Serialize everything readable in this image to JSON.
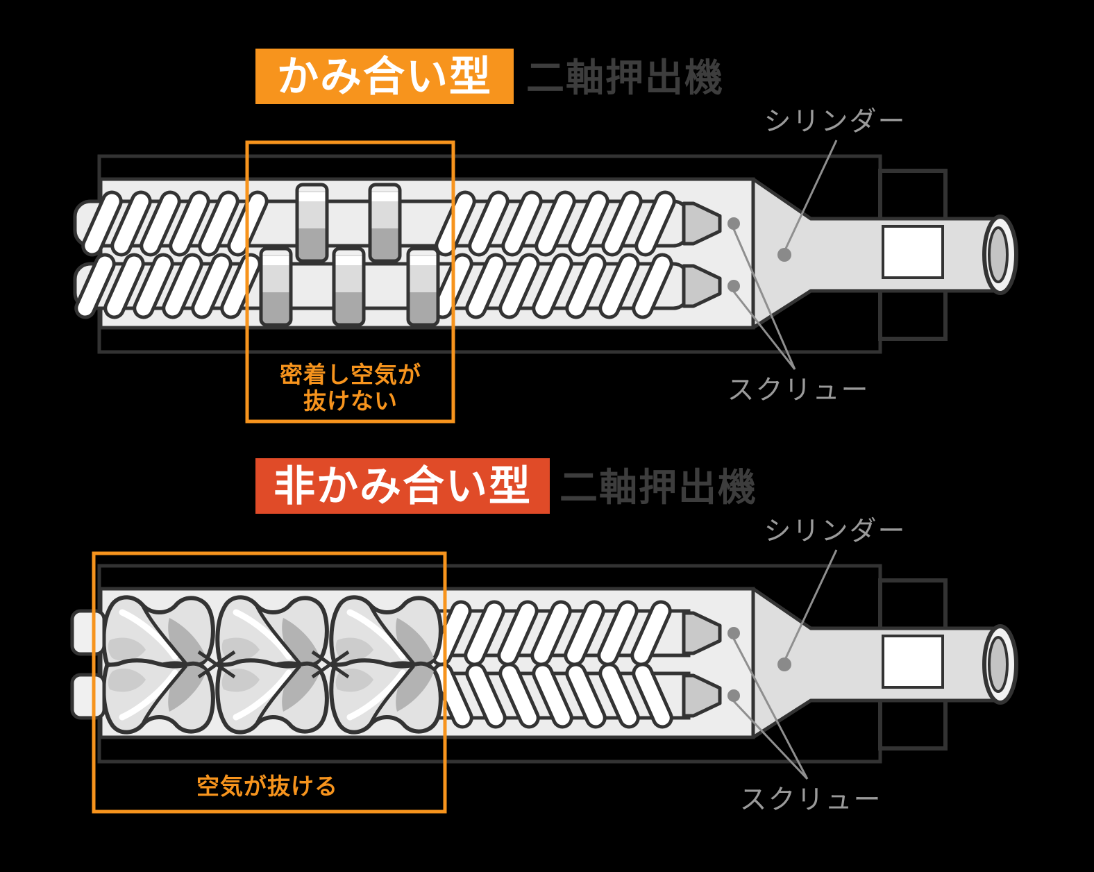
{
  "sections": [
    {
      "badge_label": "かみ合い型",
      "title_suffix": "二軸押出機",
      "cylinder_label": "シリンダー",
      "screw_label": "スクリュー",
      "note_line1": "密着し空気が",
      "note_line2": "抜けない"
    },
    {
      "badge_label": "非かみ合い型",
      "title_suffix": "二軸押出機",
      "cylinder_label": "シリンダー",
      "screw_label": "スクリュー",
      "note_line1": "空気が抜ける",
      "note_line2": ""
    }
  ],
  "colors": {
    "background": "#000000",
    "badge_orange": "#f7941d",
    "badge_red": "#e04b28",
    "note_orange": "#f7941d",
    "title_gray": "#3d3d3d",
    "label_gray": "#9a9a9a",
    "outline_dark": "#333333"
  }
}
